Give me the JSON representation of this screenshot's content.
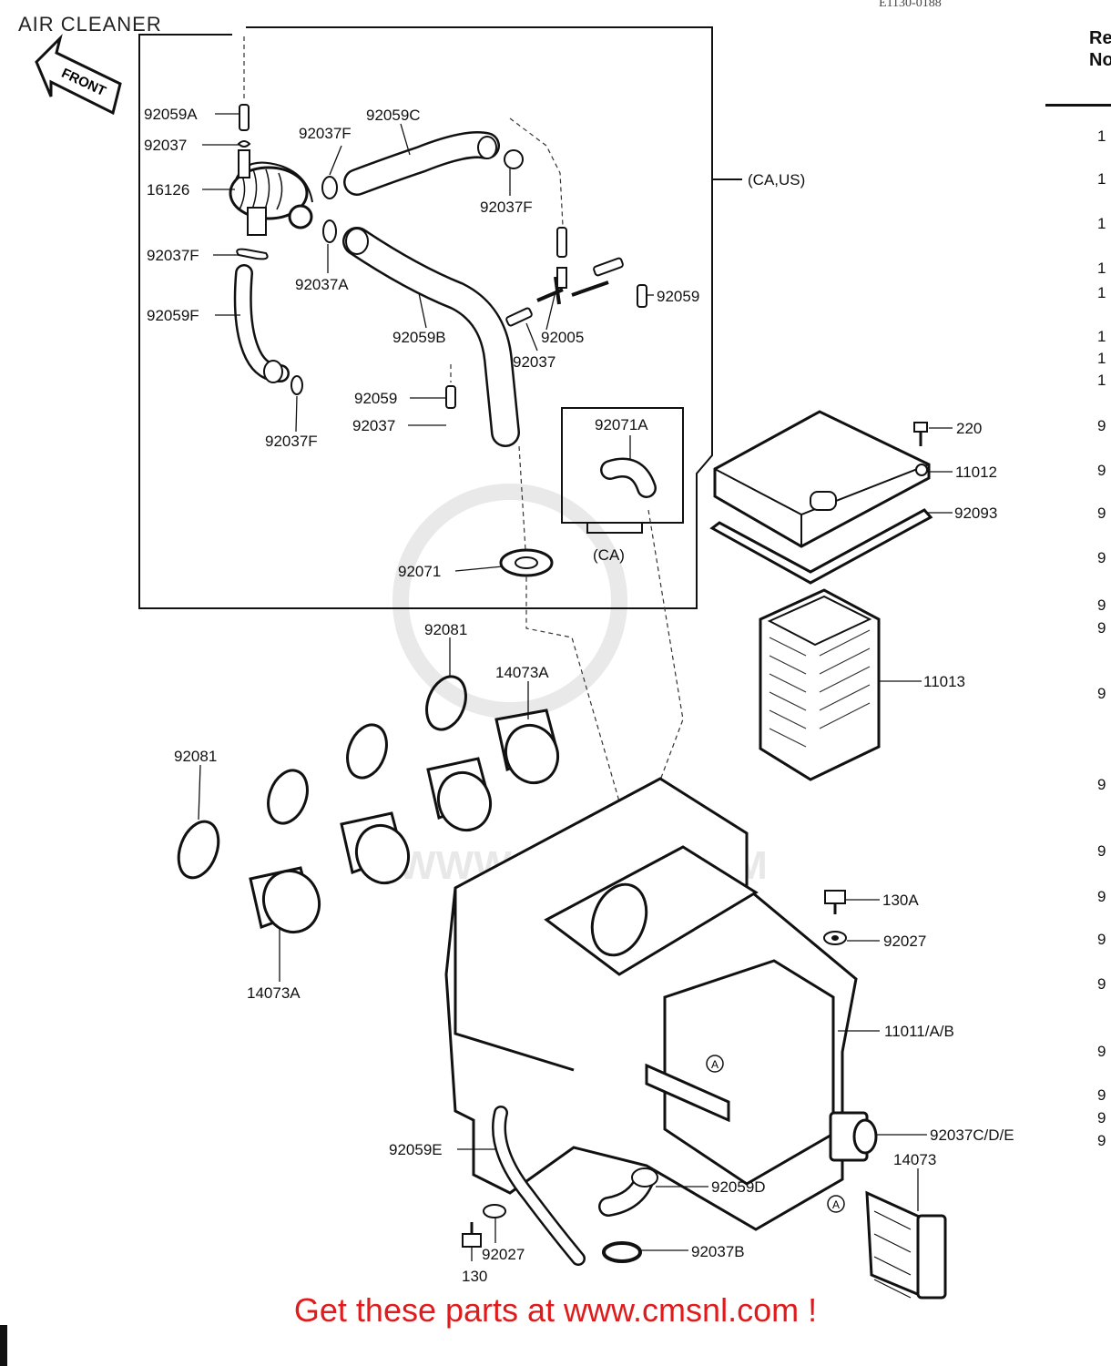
{
  "page": {
    "title": "AIR CLEANER",
    "drawing_code": "E1130-0188",
    "footer_text": "Get these parts at www.cmsnl.com !",
    "watermark_text": "WWW.CMSNL.COM",
    "front_label": "FRONT"
  },
  "ref_column": {
    "header": "Re\nNo",
    "items": [
      "1",
      "1",
      "1",
      "1",
      "1",
      "1",
      "1",
      "1",
      "9",
      "9",
      "9",
      "9",
      "9",
      "9",
      "9",
      "9",
      "9",
      "9",
      "9",
      "9",
      "9",
      "9",
      "9",
      "9"
    ]
  },
  "labels": {
    "p92059A": "92059A",
    "p92037_top": "92037",
    "p16126": "16126",
    "p92037F_left": "92037F",
    "p92059F": "92059F",
    "p92059C": "92059C",
    "p92037F_mid": "92037F",
    "p92037F_right": "92037F",
    "p92037A": "92037A",
    "p92059B": "92059B",
    "p92005": "92005",
    "p92037_mid": "92037",
    "p92059_right": "92059",
    "p92059_center": "92059",
    "p92037_center": "92037",
    "p92037F_bottom": "92037F",
    "p92071A": "92071A",
    "ca": "(CA)",
    "ca_us": "(CA,US)",
    "p92071": "92071",
    "p220": "220",
    "p11012": "11012",
    "p92093": "92093",
    "p11013": "11013",
    "p92081_center": "92081",
    "p14073A_center": "14073A",
    "p92081_left": "92081",
    "p14073A_left": "14073A",
    "p130A": "130A",
    "p92027_right": "92027",
    "p11011": "11011/A/B",
    "p92037CDE": "92037C/D/E",
    "p14073": "14073",
    "p92059E": "92059E",
    "p92059D": "92059D",
    "p92037B": "92037B",
    "p92027_bottom": "92027",
    "p130": "130",
    "circleA_1": "A",
    "circleA_2": "A"
  }
}
